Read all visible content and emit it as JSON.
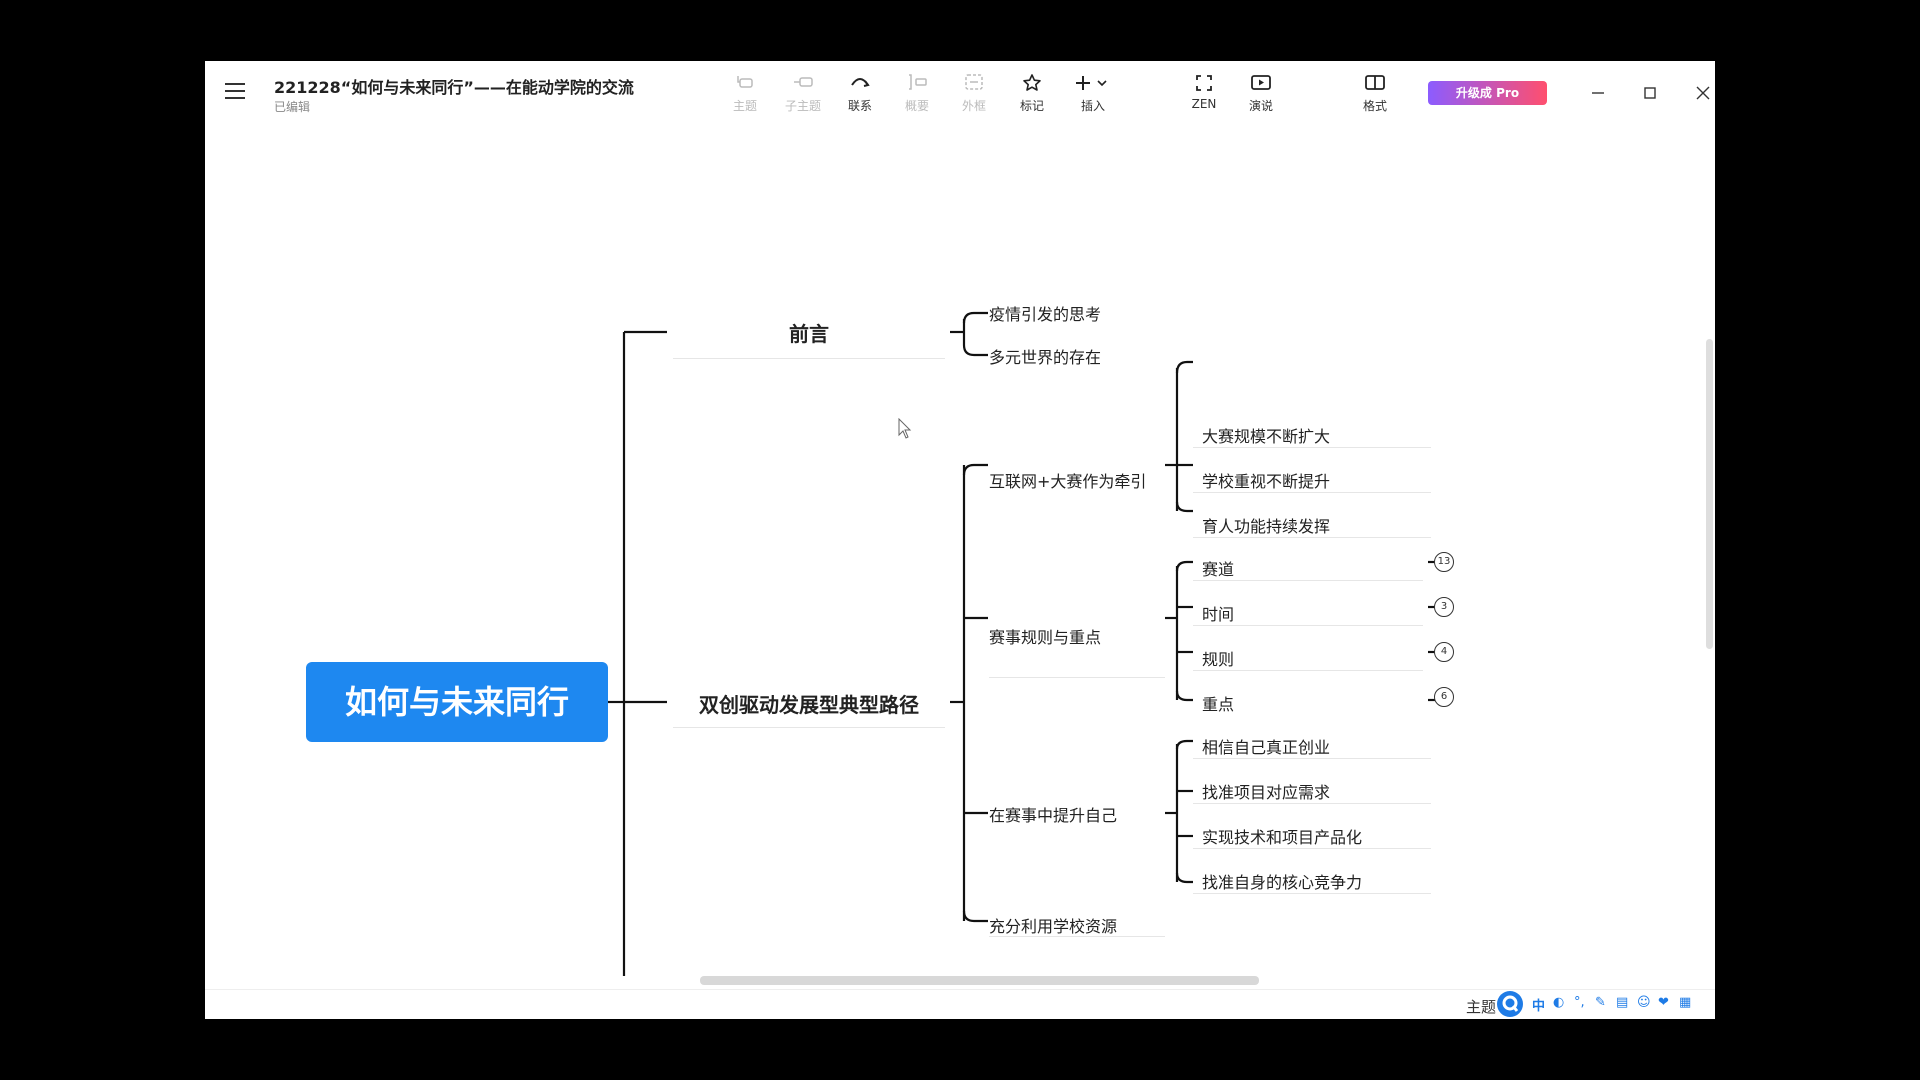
{
  "window": {
    "title": "221228“如何与未来同行”——在能动学院的交流",
    "status": "已编辑"
  },
  "toolbar": {
    "topic": "主题",
    "subtopic": "子主题",
    "relationship": "联系",
    "summary": "概要",
    "boundary": "外框",
    "marker": "标记",
    "insert": "插入",
    "zen": "ZEN",
    "pitch": "演说",
    "format": "格式",
    "upgrade": "升级成 Pro"
  },
  "mindmap": {
    "root": "如何与未来同行",
    "branches": [
      {
        "label": "前言",
        "children": [
          "疫情引发的思考",
          "多元世界的存在"
        ]
      },
      {
        "label": "双创驱动发展型典型路径",
        "children": [
          {
            "label": "互联网+大赛作为牵引",
            "children": [
              "大赛规模不断扩大",
              "学校重视不断提升",
              "育人功能持续发挥"
            ]
          },
          {
            "label": "赛事规则与重点",
            "children": [
              {
                "label": "赛道",
                "count": "13"
              },
              {
                "label": "时间",
                "count": "3"
              },
              {
                "label": "规则",
                "count": "4"
              },
              {
                "label": "重点",
                "count": "6"
              }
            ]
          },
          {
            "label": "在赛事中提升自己",
            "children": [
              "相信自己真正创业",
              "找准项目对应需求",
              "实现技术和项目产品化",
              "找准自身的核心竞争力"
            ]
          },
          {
            "label": "充分利用学校资源",
            "children": []
          }
        ]
      }
    ]
  },
  "statusbar": {
    "theme": "主题",
    "ime": [
      "中",
      "◐",
      "°,",
      "✎",
      "▤",
      "☺",
      "❤",
      "▦"
    ]
  },
  "colors": {
    "root_fill": "#1e88f0",
    "upgrade_gradient": [
      "#8c5cff",
      "#ff4f6e"
    ]
  }
}
